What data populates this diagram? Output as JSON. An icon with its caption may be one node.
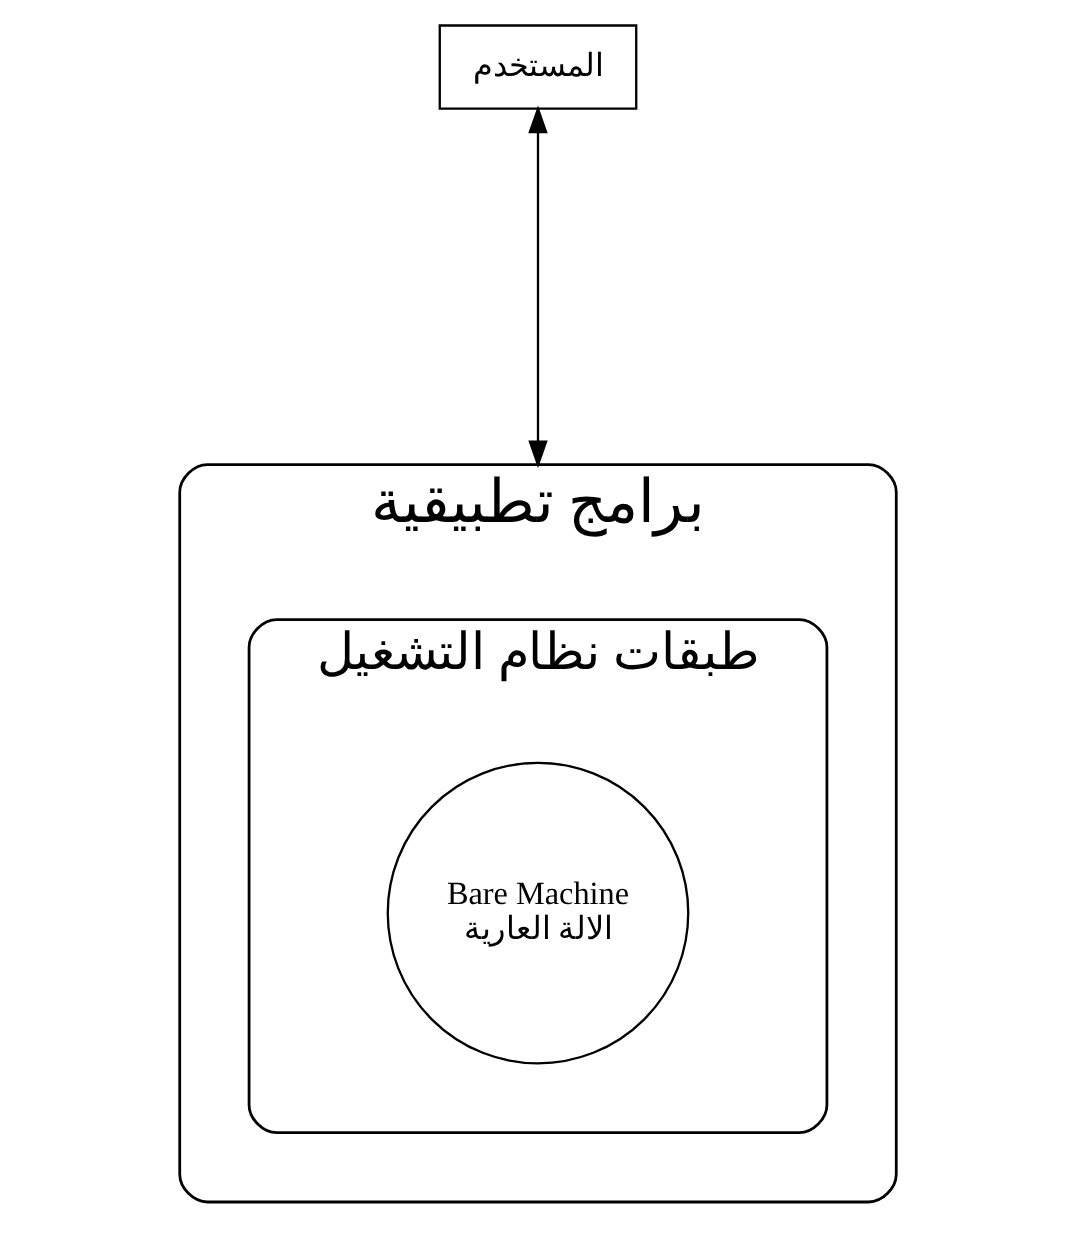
{
  "diagram": {
    "nodes": [
      {
        "text": [
          "المستخدم"
        ]
      },
      {
        "text": [
          "برامج تطبيقية"
        ]
      },
      {
        "text": [
          "طبقات نظام التشغيل"
        ],
        "in": 1
      },
      {
        "text": [
          "Bare Machine",
          "الالة العارية"
        ],
        "in": 2
      }
    ],
    "edges": [
      {
        "from": 0,
        "to": 1,
        "arrow": "both"
      }
    ]
  }
}
